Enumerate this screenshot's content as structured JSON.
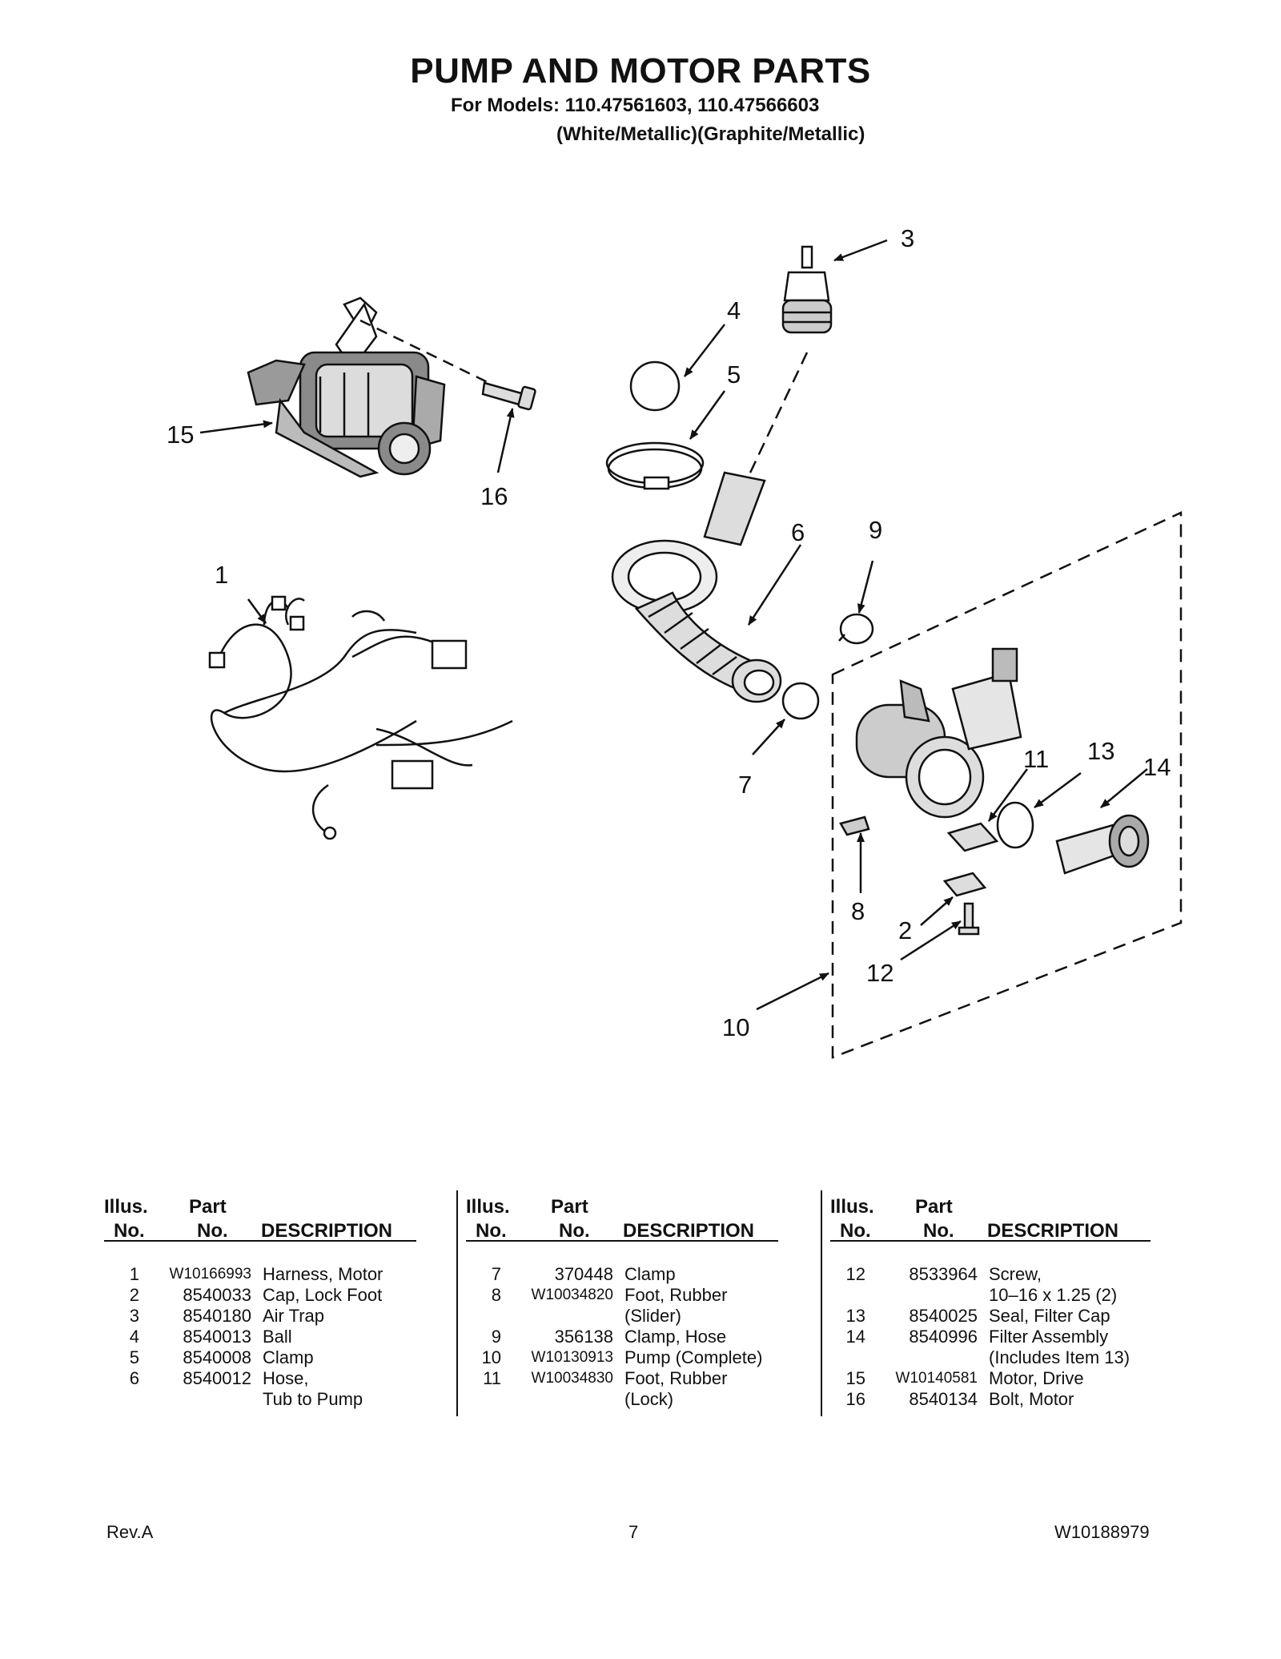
{
  "header": {
    "title": "PUMP AND MOTOR PARTS",
    "models": "For Models: 110.47561603, 110.47566603",
    "colors": "(White/Metallic)(Graphite/Metallic)"
  },
  "callouts": [
    "1",
    "2",
    "3",
    "4",
    "5",
    "6",
    "7",
    "8",
    "9",
    "10",
    "11",
    "12",
    "13",
    "14",
    "15",
    "16"
  ],
  "table": {
    "headers": {
      "illus_top": "Illus.",
      "illus_bottom": "No.",
      "part_top": "Part",
      "part_bottom": "No.",
      "desc": "DESCRIPTION"
    },
    "columns": [
      [
        {
          "no": "1",
          "part": "W10166993",
          "desc": [
            "Harness, Motor"
          ]
        },
        {
          "no": "2",
          "part": "8540033",
          "desc": [
            "Cap, Lock Foot"
          ]
        },
        {
          "no": "3",
          "part": "8540180",
          "desc": [
            "Air Trap"
          ]
        },
        {
          "no": "4",
          "part": "8540013",
          "desc": [
            "Ball"
          ]
        },
        {
          "no": "5",
          "part": "8540008",
          "desc": [
            "Clamp"
          ]
        },
        {
          "no": "6",
          "part": "8540012",
          "desc": [
            "Hose,",
            "Tub to Pump"
          ]
        }
      ],
      [
        {
          "no": "7",
          "part": "370448",
          "desc": [
            "Clamp"
          ]
        },
        {
          "no": "8",
          "part": "W10034820",
          "desc": [
            "Foot, Rubber",
            "(Slider)"
          ]
        },
        {
          "no": "9",
          "part": "356138",
          "desc": [
            "Clamp, Hose"
          ]
        },
        {
          "no": "10",
          "part": "W10130913",
          "desc": [
            "Pump (Complete)"
          ]
        },
        {
          "no": "11",
          "part": "W10034830",
          "desc": [
            "Foot, Rubber",
            "(Lock)"
          ]
        }
      ],
      [
        {
          "no": "12",
          "part": "8533964",
          "desc": [
            "Screw,",
            "10–16 x 1.25 (2)"
          ]
        },
        {
          "no": "13",
          "part": "8540025",
          "desc": [
            "Seal, Filter Cap"
          ]
        },
        {
          "no": "14",
          "part": "8540996",
          "desc": [
            "Filter Assembly",
            "(Includes Item 13)"
          ]
        },
        {
          "no": "15",
          "part": "W10140581",
          "desc": [
            "Motor, Drive"
          ]
        },
        {
          "no": "16",
          "part": "8540134",
          "desc": [
            "Bolt, Motor"
          ]
        }
      ]
    ]
  },
  "footer": {
    "rev": "Rev.A",
    "page": "7",
    "doc": "W10188979"
  }
}
